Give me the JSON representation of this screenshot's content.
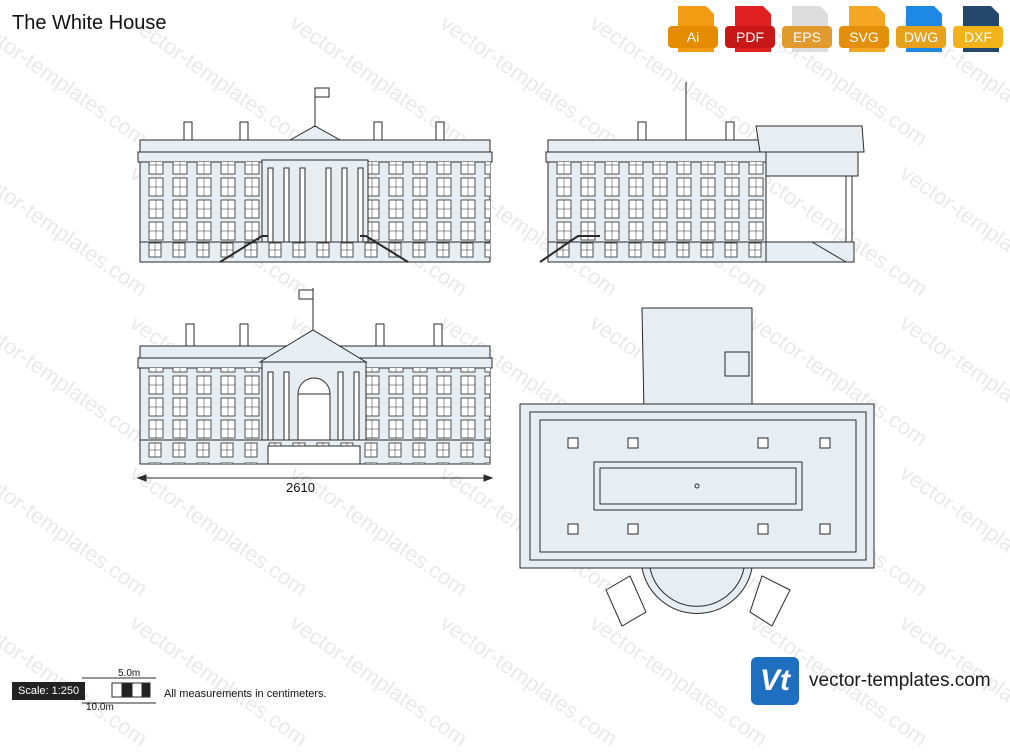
{
  "title": "The White House",
  "badges": [
    {
      "label": "Ai",
      "color": "#f39c12",
      "icon": "ai-file-icon"
    },
    {
      "label": "PDF",
      "color": "#e02020",
      "icon": "pdf-file-icon"
    },
    {
      "label": "EPS",
      "color": "#d5d5d5",
      "icon": "eps-file-icon"
    },
    {
      "label": "SVG",
      "color": "#f5a623",
      "icon": "svg-file-icon"
    },
    {
      "label": "DWG",
      "color": "#1e88e5",
      "icon": "dwg-file-icon"
    },
    {
      "label": "DXF",
      "color": "#24476b",
      "icon": "dxf-file-icon"
    }
  ],
  "dimension_label": "2610",
  "scale": {
    "label": "Scale: 1:250",
    "small": "5.0m",
    "large": "10.0m"
  },
  "note": "All measurements in centimeters.",
  "brand": {
    "logo": "Vt",
    "name": "vector-templates.com"
  },
  "watermark": "vector-templates.com",
  "colors": {
    "fill": "#e6eef3",
    "stroke": "#2a2a2a",
    "brand_blue": "#1e6fbf"
  }
}
